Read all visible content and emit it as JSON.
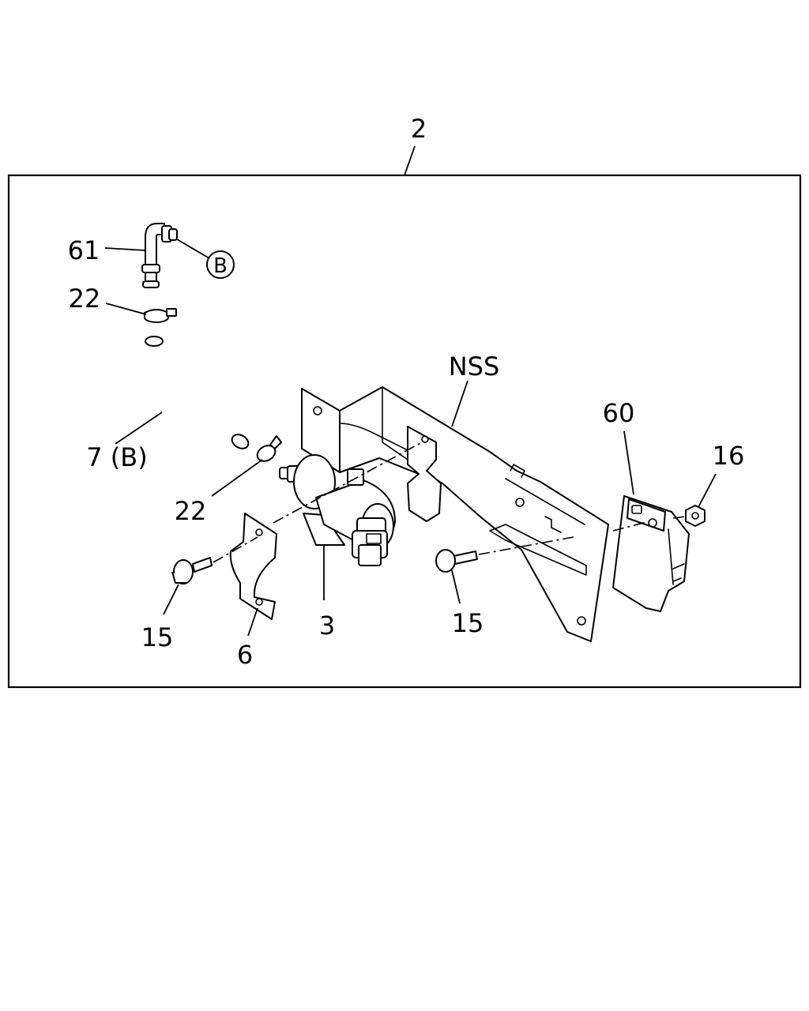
{
  "callouts": {
    "assembly": "2",
    "elbow_pipe": "61",
    "ref_b": "B",
    "clip_upper": "22",
    "hose": "7 (B)",
    "clip_lower": "22",
    "bracket": "NSS",
    "controller": "60",
    "nut": "16",
    "valve": "3",
    "bolt_left": "15",
    "clamp": "6",
    "bolt_right": "15"
  }
}
